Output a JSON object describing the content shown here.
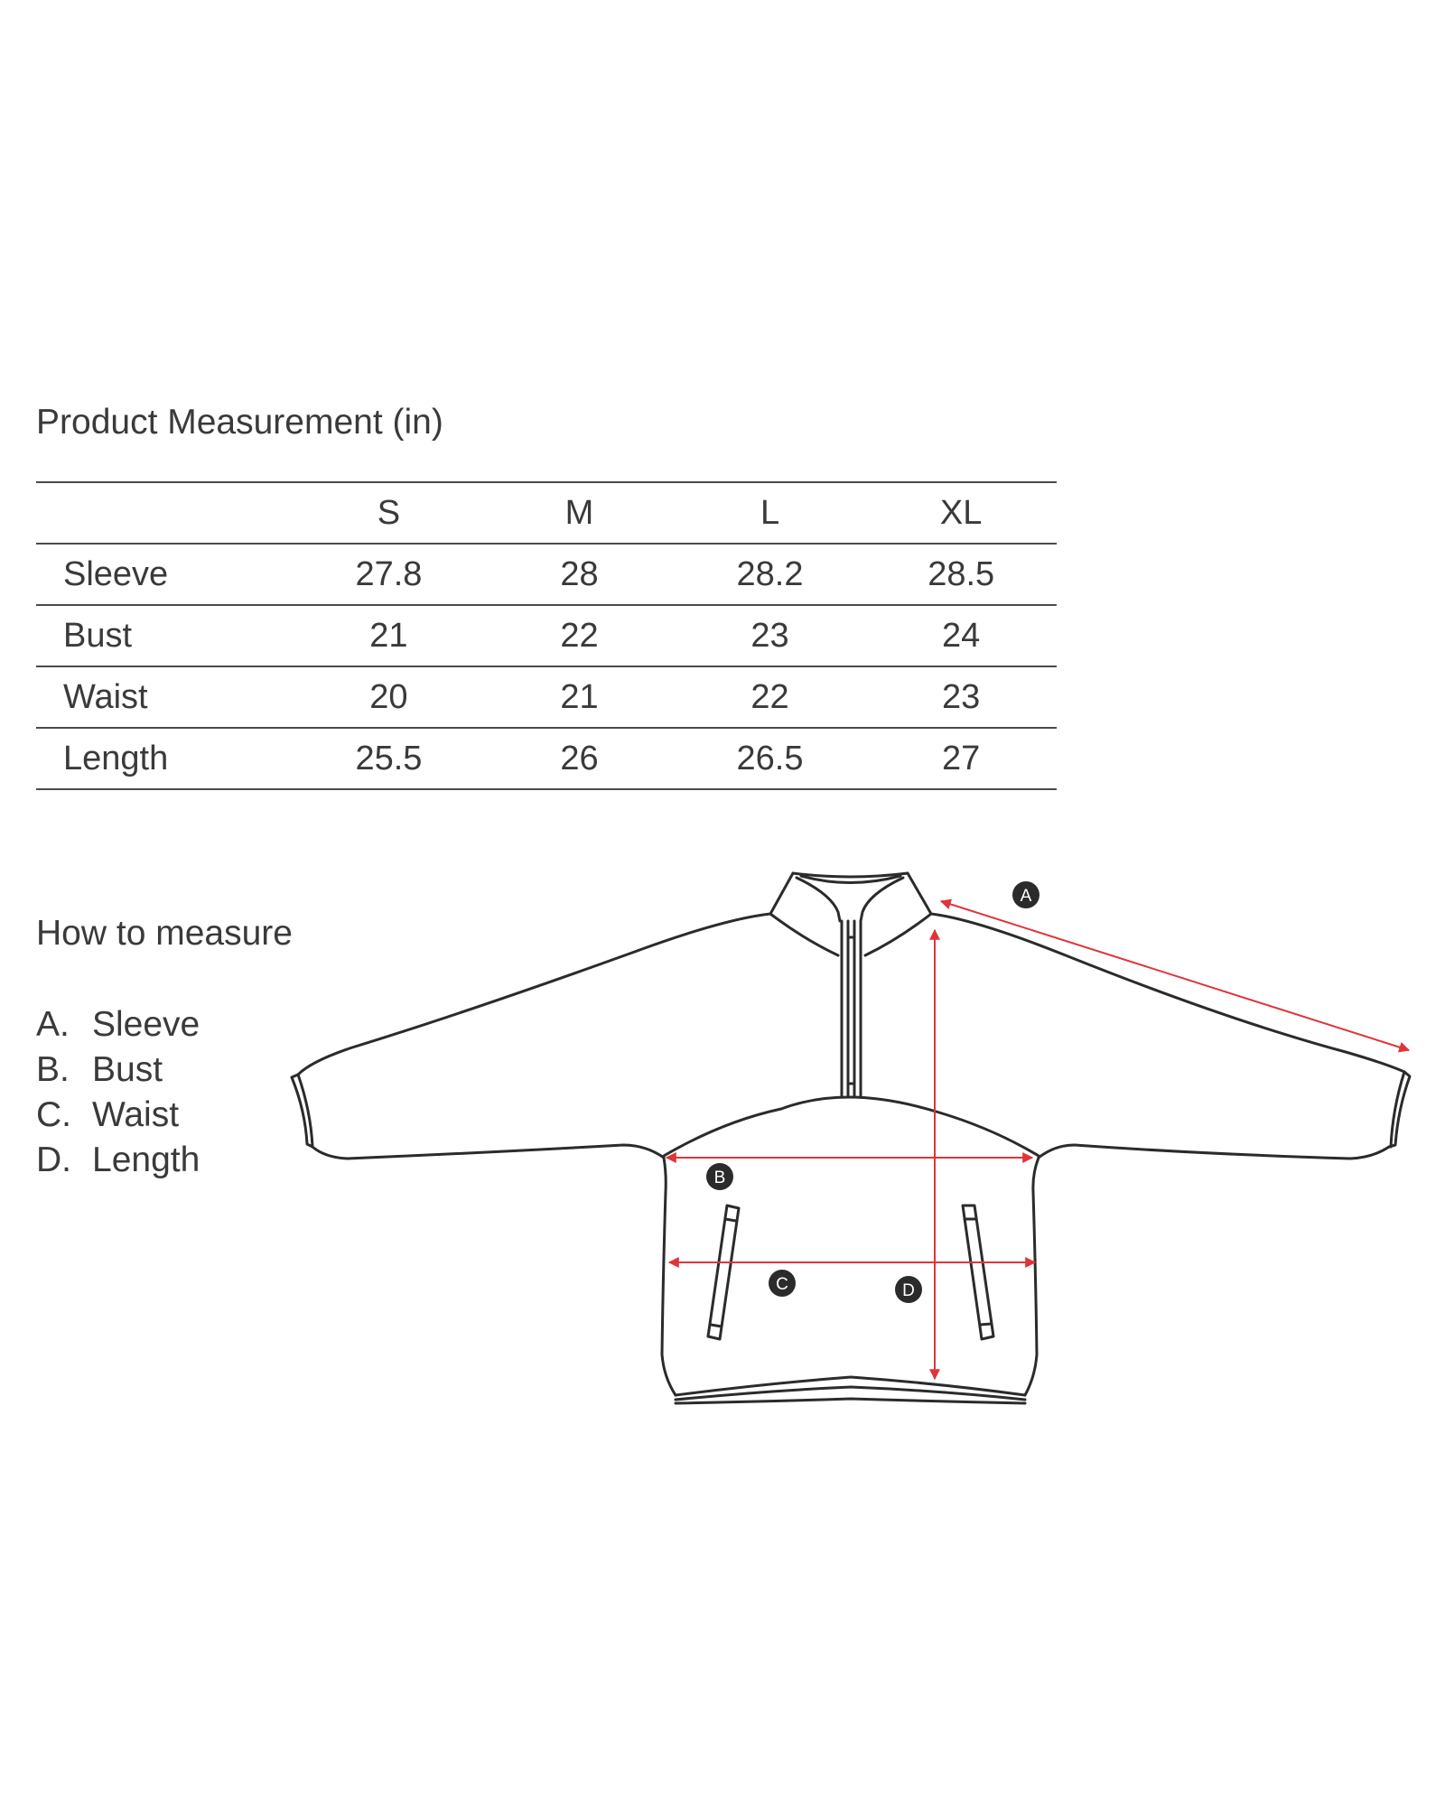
{
  "title": "Product Measurement (in)",
  "table": {
    "columns": [
      "",
      "S",
      "M",
      "L",
      "XL"
    ],
    "rows": [
      {
        "label": "Sleeve",
        "values": [
          "27.8",
          "28",
          "28.2",
          "28.5"
        ]
      },
      {
        "label": "Bust",
        "values": [
          "21",
          "22",
          "23",
          "24"
        ]
      },
      {
        "label": "Waist",
        "values": [
          "20",
          "21",
          "22",
          "23"
        ]
      },
      {
        "label": "Length",
        "values": [
          "25.5",
          "26",
          "26.5",
          "27"
        ]
      }
    ]
  },
  "how_to_measure": {
    "title": "How to measure",
    "items": [
      {
        "letter": "A.",
        "label": "Sleeve"
      },
      {
        "letter": "B.",
        "label": "Bust"
      },
      {
        "letter": "C.",
        "label": "Waist"
      },
      {
        "letter": "D.",
        "label": "Length"
      }
    ]
  },
  "diagram": {
    "badges": [
      "A",
      "B",
      "C",
      "D"
    ],
    "colors": {
      "outline": "#2b2b2b",
      "arrow": "#e0343a",
      "badge": "#2b2b2b",
      "badge_text": "#ffffff"
    }
  }
}
